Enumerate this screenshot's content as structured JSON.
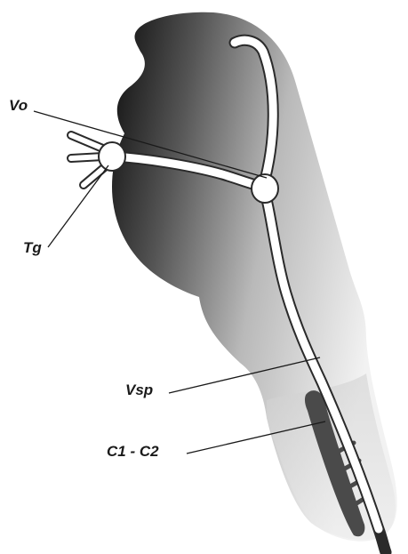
{
  "labels": {
    "vo": "Vo",
    "tg": "Tg",
    "vsp": "Vsp",
    "c1c2": "C1 - C2"
  },
  "colors": {
    "tissue_dark": "#000000",
    "tissue_light": "#f4f4f4",
    "nerve_fill": "#ffffff",
    "nerve_outline": "#2a2a2a",
    "rootlet_fill": "#4a4a4a",
    "leader_line": "#1a1a1a"
  }
}
